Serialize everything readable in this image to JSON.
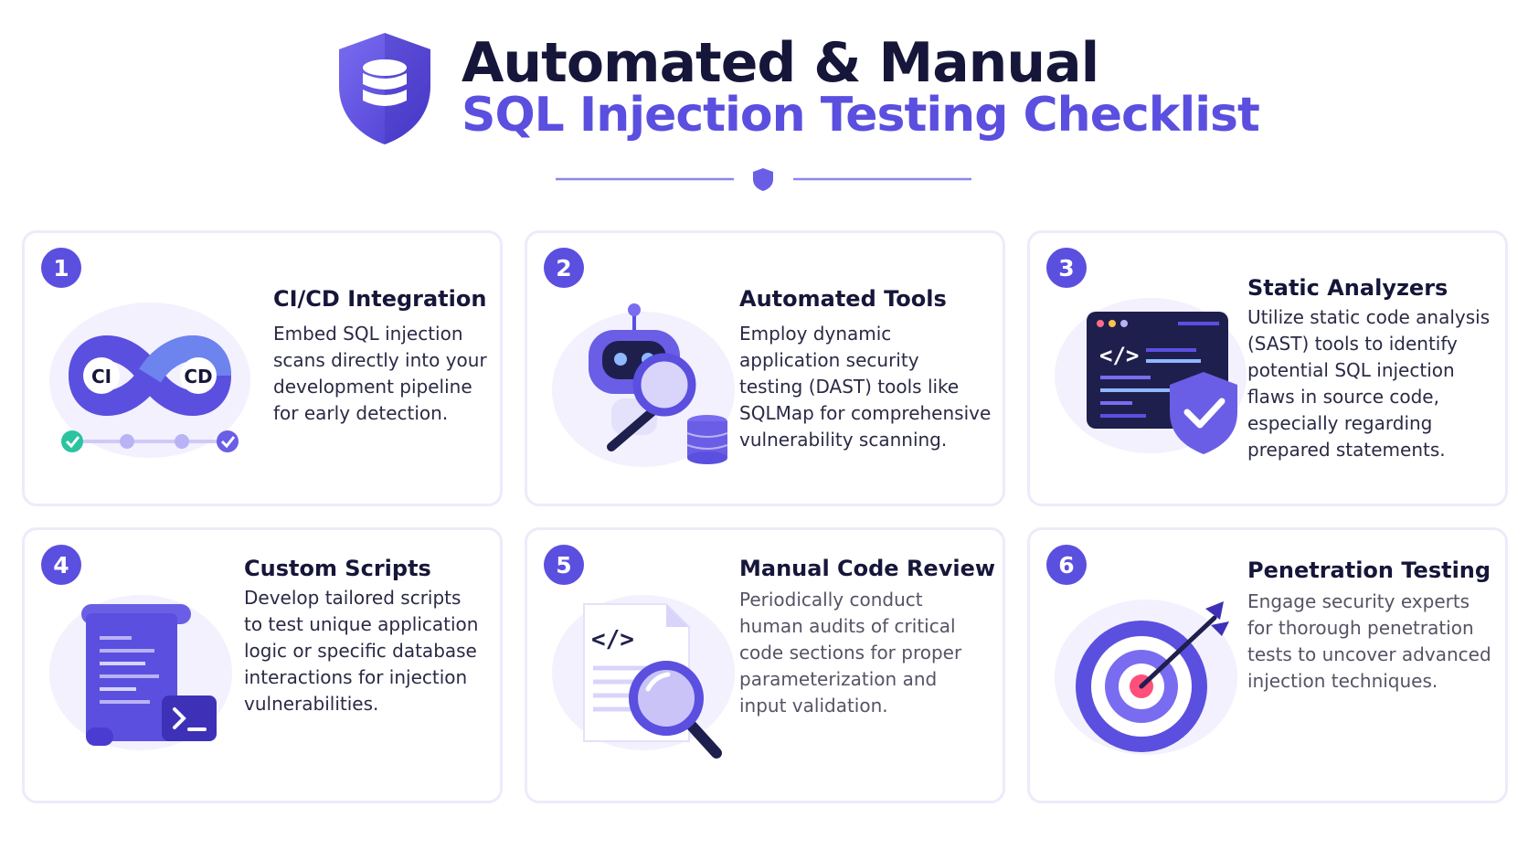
{
  "title": {
    "line1": "Automated & Manual",
    "line2": "SQL Injection Testing Checklist"
  },
  "colors": {
    "accent": "#5b4fe0",
    "dark": "#16163a",
    "card_border": "#ecebfa"
  },
  "cards": [
    {
      "number": "1",
      "title": "CI/CD Integration",
      "illustration": "infinity-ci-cd-icon",
      "ci_label": "CI",
      "cd_label": "CD",
      "lines": [
        "Embed SQL injection",
        "scans directly into your",
        "development pipeline",
        "for early detection."
      ]
    },
    {
      "number": "2",
      "title": "Automated Tools",
      "illustration": "robot-magnifier-icon",
      "lines": [
        "Employ dynamic",
        "application security",
        "testing (DAST) tools like",
        "SQLMap for comprehensive",
        "vulnerability scanning."
      ]
    },
    {
      "number": "3",
      "title": "Static Analyzers",
      "illustration": "code-window-shield-icon",
      "lines": [
        "Utilize static code analysis",
        "(SAST) tools to identify",
        "potential SQL injection",
        "flaws in source code,",
        "especially regarding",
        "prepared statements."
      ]
    },
    {
      "number": "4",
      "title": "Custom Scripts",
      "illustration": "script-scroll-terminal-icon",
      "lines": [
        "Develop tailored scripts",
        "to test unique application",
        "logic or specific database",
        "interactions for injection",
        "vulnerabilities."
      ]
    },
    {
      "number": "5",
      "title": "Manual Code Review",
      "illustration": "code-document-magnifier-icon",
      "lines": [
        "Periodically conduct",
        "human audits of critical",
        "code sections for proper",
        "parameterization and",
        "input validation."
      ]
    },
    {
      "number": "6",
      "title": "Penetration Testing",
      "illustration": "target-dart-icon",
      "lines": [
        "Engage security experts",
        "for thorough penetration",
        "tests to uncover advanced",
        "injection techniques."
      ]
    }
  ]
}
